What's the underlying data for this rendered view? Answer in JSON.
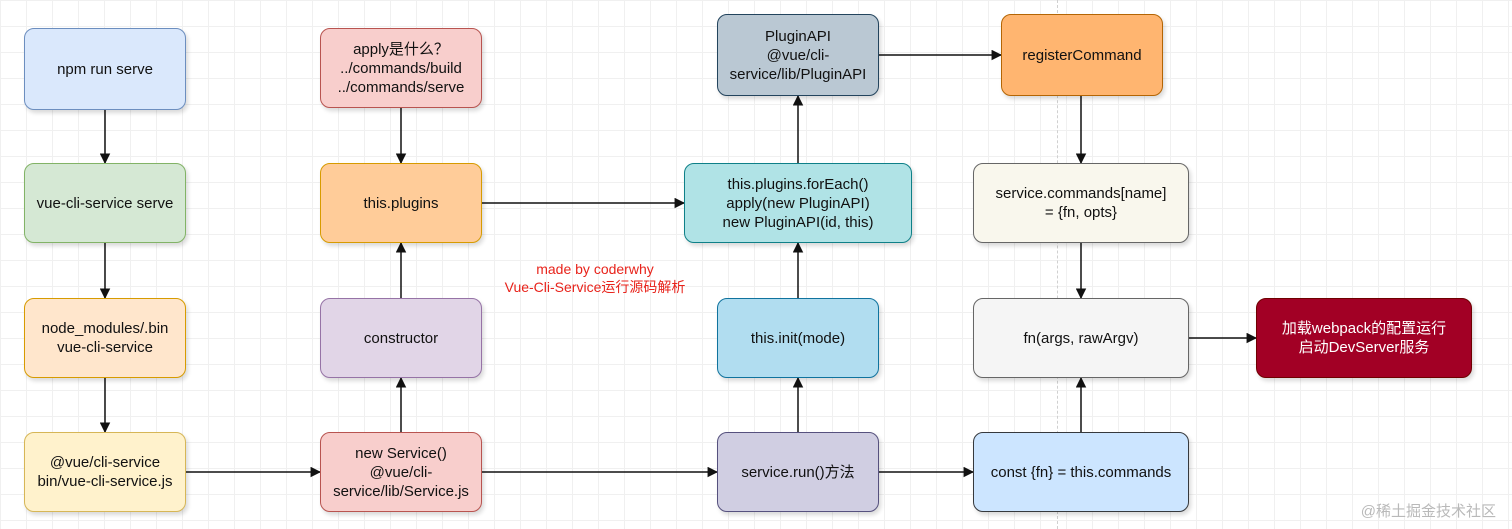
{
  "colors": {
    "blue": "#dae8fc",
    "blue_border": "#6c8ebf",
    "green": "#d5e8d4",
    "green_border": "#82b366",
    "orange_light": "#ffe6cc",
    "orange_light_border": "#d79b00",
    "yellow": "#fff2cc",
    "yellow_border": "#d6b656",
    "red_light": "#f8cecc",
    "red_light_border": "#b85450",
    "orange": "#ffcc99",
    "orange_border": "#d79b00",
    "purple": "#e1d5e7",
    "purple_border": "#9673a6",
    "gray_blue": "#bac8d3",
    "gray_blue_border": "#23445d",
    "cyan": "#b0e3e6",
    "cyan_border": "#0e8088",
    "light_blue": "#b1ddf0",
    "light_blue_border": "#10739e",
    "ivory": "#f9f7ed",
    "ivory_border": "#666666",
    "gray": "#f5f5f5",
    "gray_border": "#666666",
    "pale_blue": "#cce5ff",
    "pale_blue_border": "#36393d",
    "dark_red": "#a20025",
    "dark_red_border": "#6f0000",
    "annotation": "#e8231b",
    "edge": "#111111"
  },
  "nodes": [
    {
      "id": "npm",
      "label": "npm run serve",
      "fill": "#dae8fc",
      "stroke": "#6c8ebf",
      "text_color": "#111111"
    },
    {
      "id": "vcs",
      "label": "vue-cli-service serve",
      "fill": "#d5e8d4",
      "stroke": "#82b366",
      "text_color": "#111111"
    },
    {
      "id": "nm",
      "label": "node_modules/.bin\nvue-cli-service",
      "fill": "#ffe6cc",
      "stroke": "#d79b00",
      "text_color": "#111111"
    },
    {
      "id": "bin",
      "label": "@vue/cli-service\nbin/vue-cli-service.js",
      "fill": "#fff2cc",
      "stroke": "#d6b656",
      "text_color": "#111111"
    },
    {
      "id": "apply",
      "label": "apply是什么？\n../commands/build\n../commands/serve",
      "fill": "#f8cecc",
      "stroke": "#b85450",
      "text_color": "#111111"
    },
    {
      "id": "plugins",
      "label": "this.plugins",
      "fill": "#ffcc99",
      "stroke": "#d79b00",
      "text_color": "#111111"
    },
    {
      "id": "ctor",
      "label": "constructor",
      "fill": "#e1d5e7",
      "stroke": "#9673a6",
      "text_color": "#111111"
    },
    {
      "id": "newsvc",
      "label": "new Service()\n@vue/cli-\nservice/lib/Service.js",
      "fill": "#f8cecc",
      "stroke": "#b85450",
      "text_color": "#111111"
    },
    {
      "id": "pluginapi",
      "label": "PluginAPI\n@vue/cli-\nservice/lib/PluginAPI",
      "fill": "#bac8d3",
      "stroke": "#23445d",
      "text_color": "#111111"
    },
    {
      "id": "foreach",
      "label": "this.plugins.forEach()\napply(new PluginAPI)\nnew PluginAPI(id, this)",
      "fill": "#b0e3e6",
      "stroke": "#0e8088",
      "text_color": "#111111"
    },
    {
      "id": "init",
      "label": "this.init(mode)",
      "fill": "#b1ddf0",
      "stroke": "#10739e",
      "text_color": "#111111"
    },
    {
      "id": "run",
      "label": "service.run()方法",
      "fill": "#d0cee2",
      "stroke": "#56517e",
      "text_color": "#111111"
    },
    {
      "id": "register",
      "label": "registerCommand",
      "fill": "#ffb570",
      "stroke": "#b46504",
      "text_color": "#111111"
    },
    {
      "id": "commands",
      "label": "service.commands[name]\n= {fn, opts}",
      "fill": "#f9f7ed",
      "stroke": "#666666",
      "text_color": "#111111"
    },
    {
      "id": "fn",
      "label": "fn(args, rawArgv)",
      "fill": "#f5f5f5",
      "stroke": "#666666",
      "text_color": "#111111"
    },
    {
      "id": "const",
      "label": "const {fn} = this.commands",
      "fill": "#cce5ff",
      "stroke": "#36393d",
      "text_color": "#111111"
    },
    {
      "id": "webpack",
      "label": "加载webpack的配置运行\n启动DevServer服务",
      "fill": "#a20025",
      "stroke": "#6f0000",
      "text_color": "#ffffff"
    }
  ],
  "edges": [
    {
      "from": "npm",
      "to": "vcs"
    },
    {
      "from": "vcs",
      "to": "nm"
    },
    {
      "from": "nm",
      "to": "bin"
    },
    {
      "from": "bin",
      "to": "newsvc"
    },
    {
      "from": "newsvc",
      "to": "ctor"
    },
    {
      "from": "ctor",
      "to": "plugins"
    },
    {
      "from": "apply",
      "to": "plugins"
    },
    {
      "from": "plugins",
      "to": "foreach"
    },
    {
      "from": "newsvc",
      "to": "run"
    },
    {
      "from": "run",
      "to": "init"
    },
    {
      "from": "init",
      "to": "foreach"
    },
    {
      "from": "foreach",
      "to": "pluginapi"
    },
    {
      "from": "pluginapi",
      "to": "register"
    },
    {
      "from": "register",
      "to": "commands"
    },
    {
      "from": "commands",
      "to": "fn"
    },
    {
      "from": "run",
      "to": "const"
    },
    {
      "from": "const",
      "to": "fn"
    },
    {
      "from": "fn",
      "to": "webpack"
    }
  ],
  "annotation": "made by coderwhy\nVue-Cli-Service运行源码解析",
  "watermark": "@稀土掘金技术社区"
}
